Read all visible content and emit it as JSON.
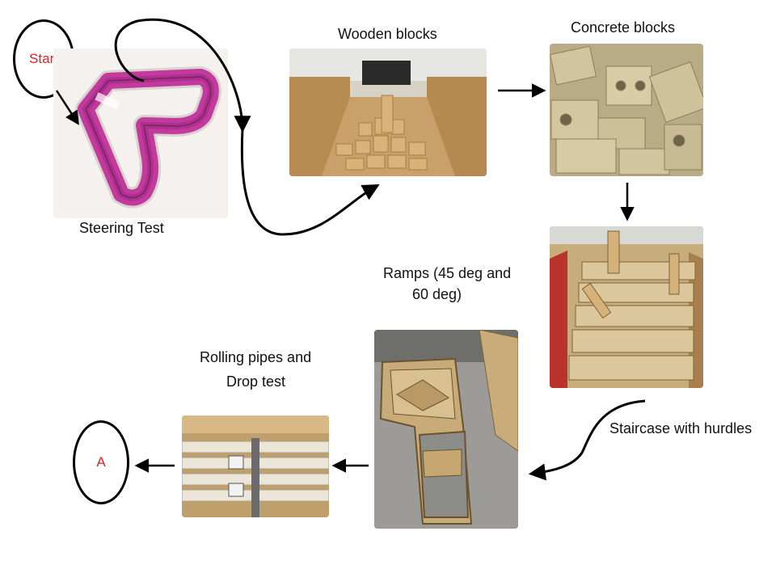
{
  "nodes": {
    "start": {
      "label": "Start",
      "color": "#e02020"
    },
    "end": {
      "label": "A",
      "color": "#e02020"
    }
  },
  "captions": {
    "steering": "Steering Test",
    "wooden_blocks": "Wooden blocks",
    "concrete_blocks": "Concrete blocks",
    "staircase": "Staircase with hurdles",
    "ramps_line1": "Ramps (45 deg and",
    "ramps_line2": "60 deg)",
    "pipes_line1": "Rolling pipes and",
    "pipes_line2": "Drop test"
  },
  "colors": {
    "track": "#c23a9e",
    "wood": "#c9a46a",
    "concrete": "#cbbd96",
    "arrow": "#000000"
  }
}
